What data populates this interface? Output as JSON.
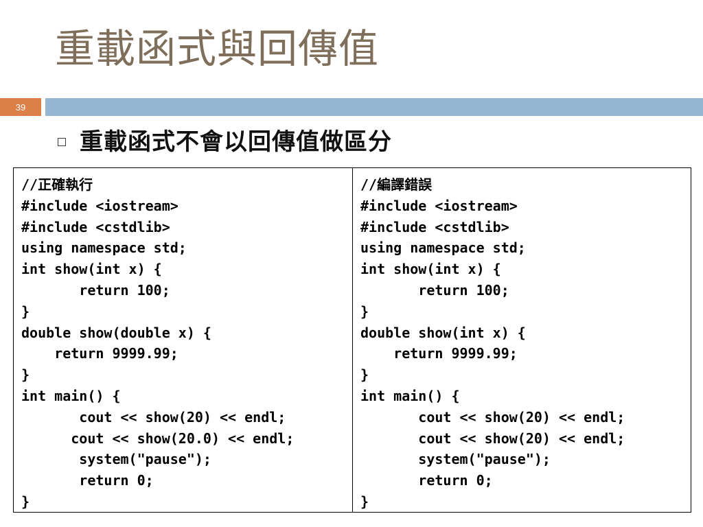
{
  "slide": {
    "title": "重載函式與回傳值",
    "number": "39",
    "bullet_text": "重載函式不會以回傳值做區分"
  },
  "code_table": {
    "left_lines": [
      "//正確執行",
      "#include <iostream>",
      "#include <cstdlib>",
      "using namespace std;",
      "int show(int x) {",
      "       return 100;",
      "}",
      "double show(double x) {",
      "    return 9999.99;",
      "}",
      "int main() {",
      "       cout << show(20) << endl;",
      "      cout << show(20.0) << endl;",
      "       system(\"pause\");",
      "       return 0;",
      "}"
    ],
    "right_lines": [
      "//編譯錯誤",
      "#include <iostream>",
      "#include <cstdlib>",
      "using namespace std;",
      "int show(int x) {",
      "       return 100;",
      "}",
      "double show(int x) {",
      "    return 9999.99;",
      "}",
      "int main() {",
      "       cout << show(20) << endl;",
      "       cout << show(20) << endl;",
      "       system(\"pause\");",
      "       return 0;",
      "}"
    ]
  },
  "colors": {
    "title": "#7f6e5a",
    "slide_number_bg": "#dd8047",
    "accent_bar": "#94b6d2"
  }
}
